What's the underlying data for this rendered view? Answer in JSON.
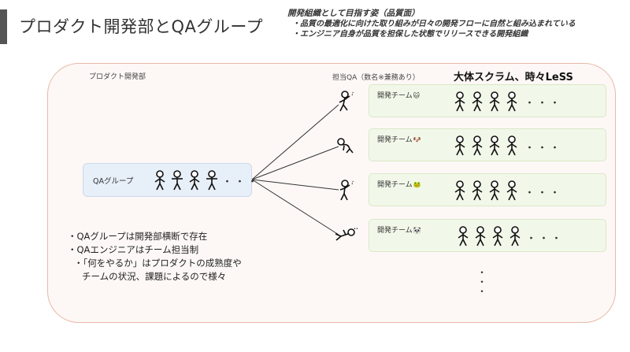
{
  "slide": {
    "title": "プロダクト開発部とQAグループ"
  },
  "goal": {
    "heading": "開発組織として目指す姿（品質面）",
    "items": [
      "・品質の最適化に向けた取り組みが日々の開発フローに自然と組み込まれている",
      "・エンジニア自身が品質を担保した状態でリリースできる開発組織"
    ]
  },
  "org": {
    "label": "プロダクト開発部",
    "qa_assignment_label": "担当QA（数名※兼務あり）",
    "scrum_label": "大体スクラム、時々LeSS"
  },
  "qa_group": {
    "label": "QAグループ",
    "ellipsis": "・・・"
  },
  "teams": [
    {
      "label": "開発チーム",
      "emoji": "🐱",
      "ellipsis": "・・・"
    },
    {
      "label": "開発チーム",
      "emoji": "🐶",
      "ellipsis": "・・・"
    },
    {
      "label": "開発チーム",
      "emoji": "🐸",
      "ellipsis": "・・・"
    },
    {
      "label": "開発チーム",
      "emoji": "🐼",
      "ellipsis": "・・・"
    }
  ],
  "more_teams": "・\n・\n・",
  "notes": {
    "line1": "・QAグループは開発部横断で存在",
    "line2": "・QAエンジニアはチーム担当制",
    "line3": "・「何をやるか」はプロダクトの成熟度や",
    "line4": "チームの状況、課題によるので様々"
  },
  "colors": {
    "frame_border": "#e8b9a8",
    "qa_box": "#e7eff9",
    "team_box": "#f1f8e9",
    "accent_bar": "#555555"
  }
}
